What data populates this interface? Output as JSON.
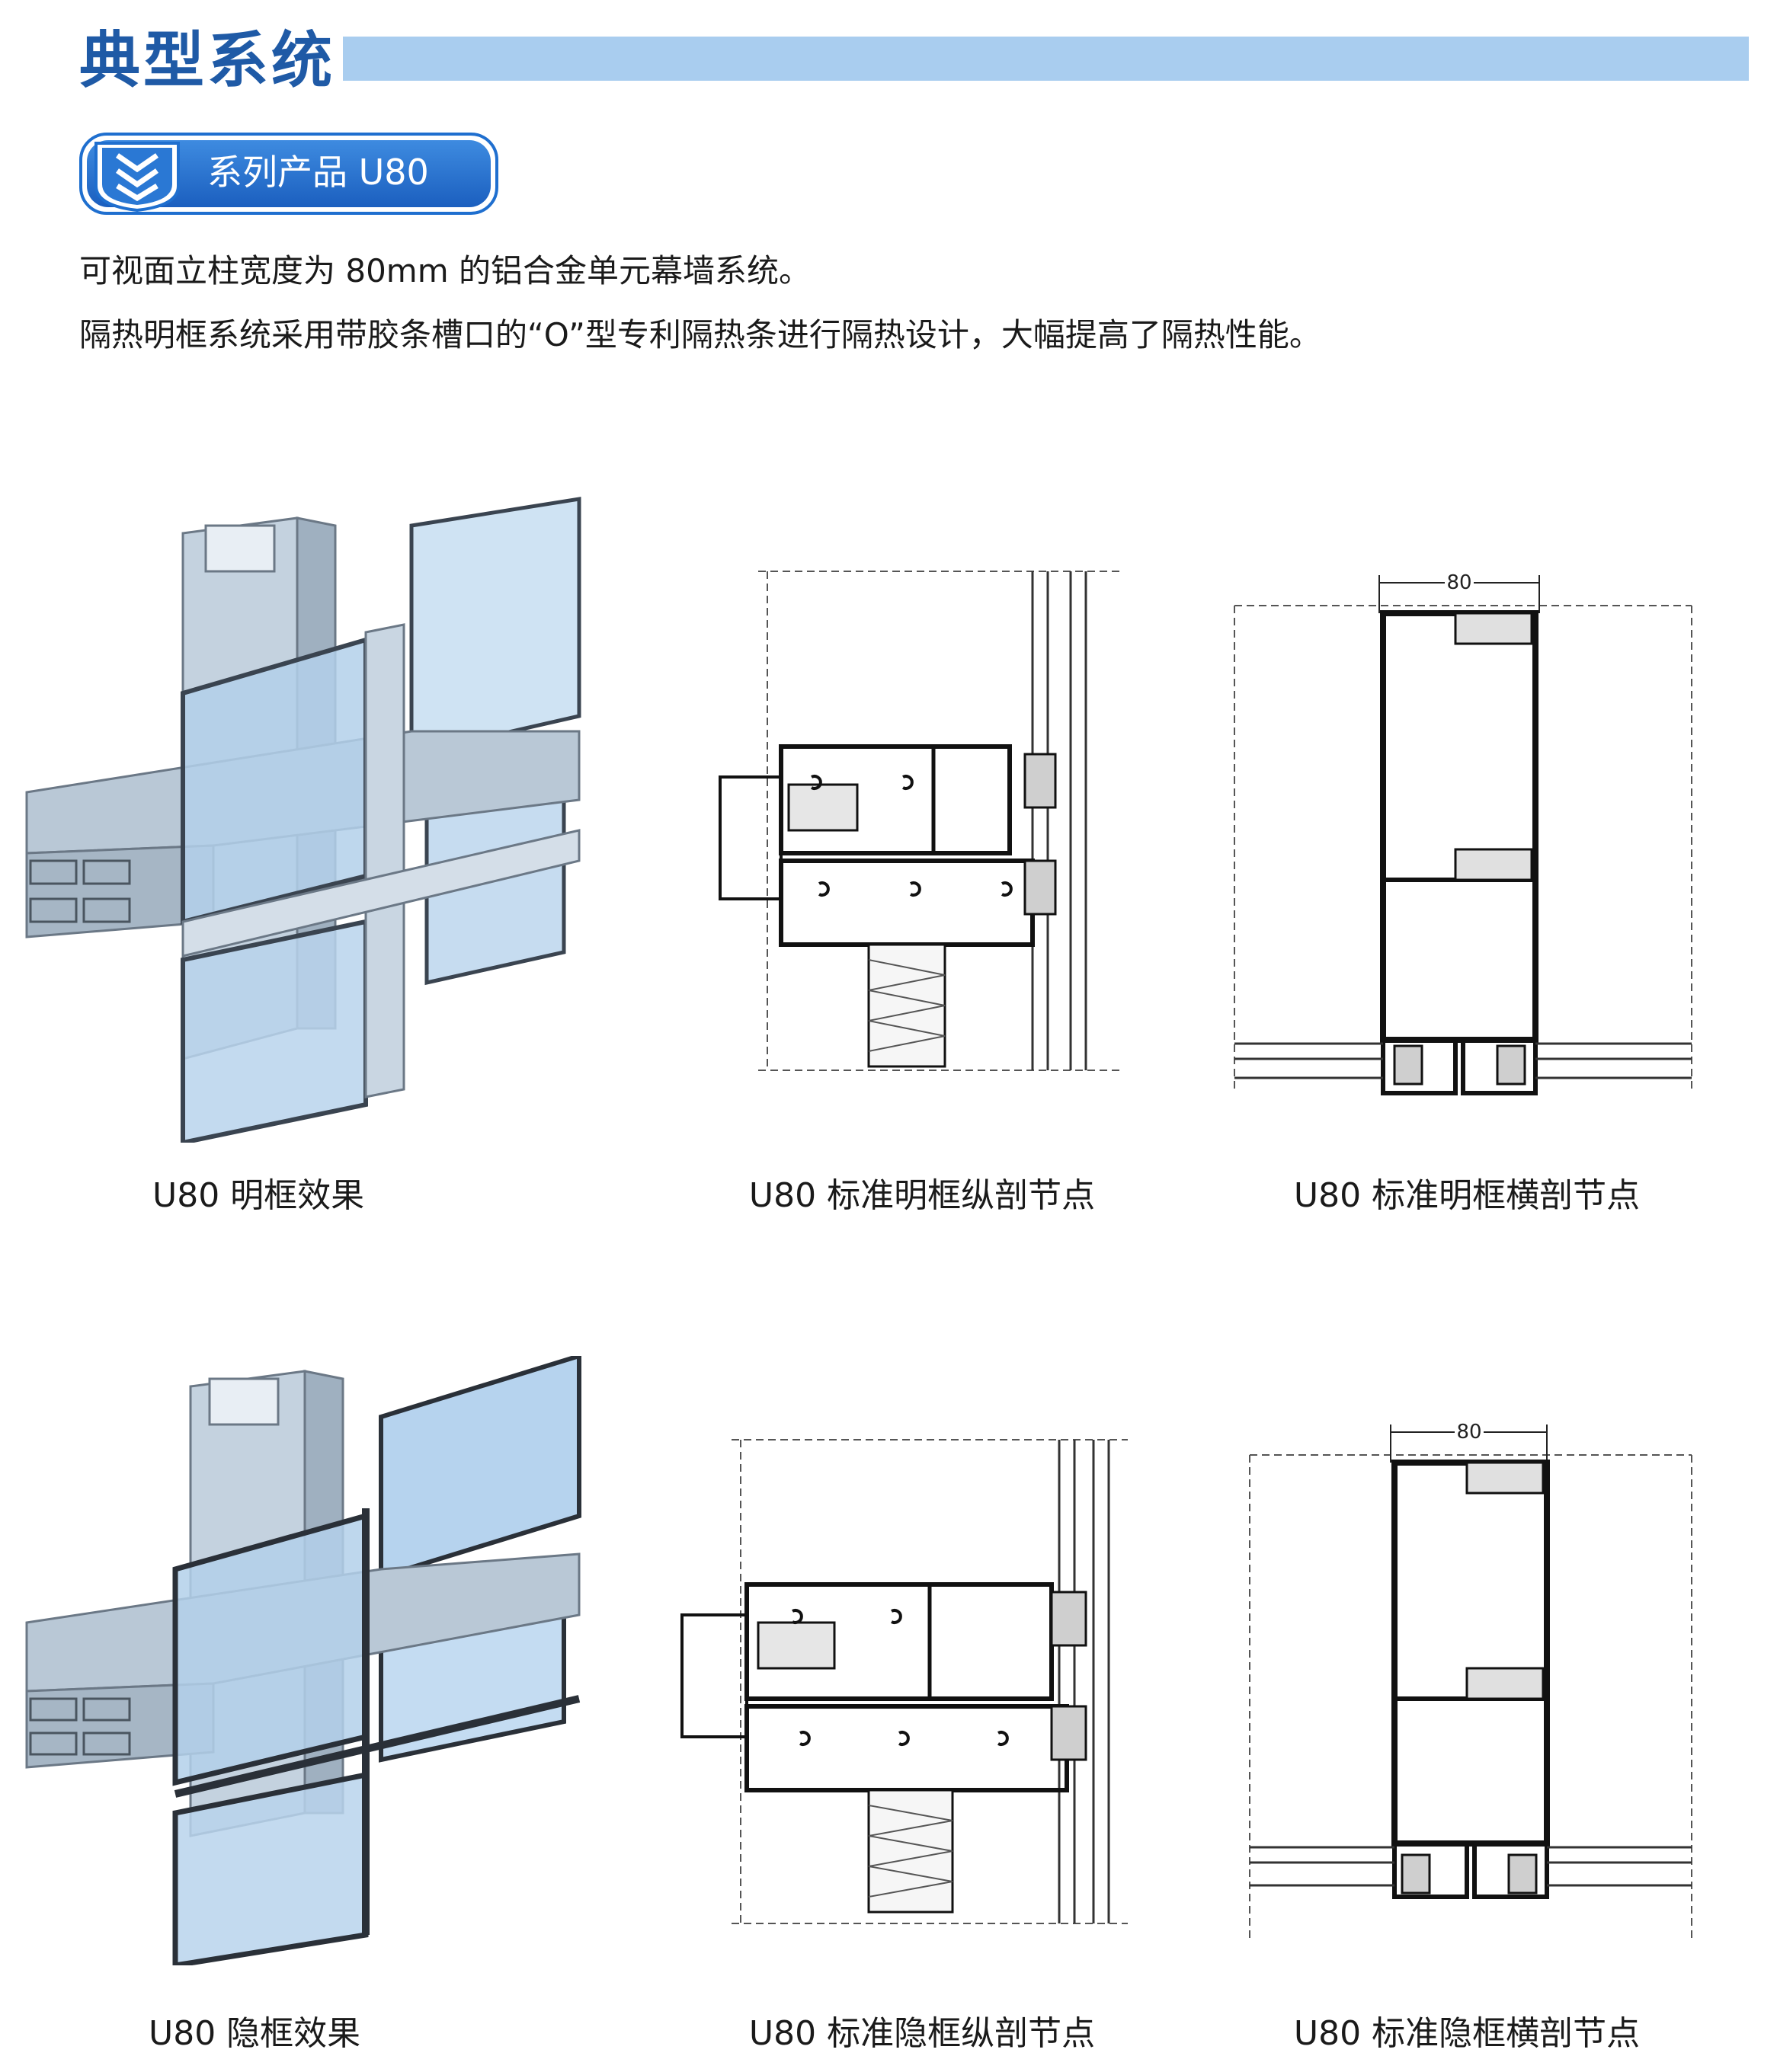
{
  "header": {
    "title": "典型系统"
  },
  "badge": {
    "label": "系列产品 U80",
    "accent": "#1f6fcf",
    "icon": "chevron-down-icon"
  },
  "description": {
    "line1": "可视面立柱宽度为 80mm 的铝合金单元幕墙系统。",
    "line2": "隔热明框系统采用带胶条槽口的“O”型专利隔热条进行隔热设计，大幅提高了隔热性能。"
  },
  "figures": [
    {
      "caption": "U80 明框效果"
    },
    {
      "caption": "U80 标准明框纵剖节点"
    },
    {
      "caption": "U80 标准明框横剖节点",
      "dimension": "80"
    },
    {
      "caption": "U80 隐框效果"
    },
    {
      "caption": "U80 标准隐框纵剖节点"
    },
    {
      "caption": "U80 标准隐框横剖节点",
      "dimension": "80"
    }
  ],
  "colors": {
    "title": "#1f5aa6",
    "bar": "#a9cdef",
    "glass": "#bcd8ee",
    "aluminum": "#c4d2df"
  }
}
